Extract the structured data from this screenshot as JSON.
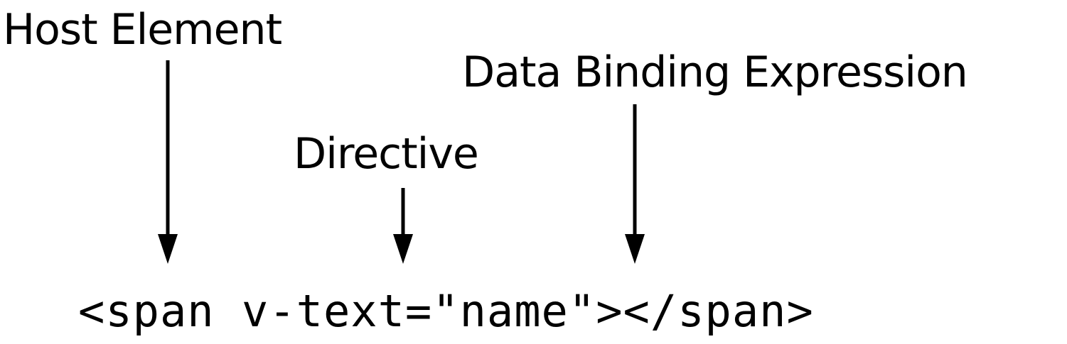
{
  "labels": {
    "host_element": "Host Element",
    "data_binding_expression": "Data Binding Expression",
    "directive": "Directive"
  },
  "code": {
    "snippet": "<span v-text=\"name\"></span>"
  },
  "colors": {
    "text": "#000000",
    "arrow": "#000000",
    "background": "#ffffff"
  }
}
